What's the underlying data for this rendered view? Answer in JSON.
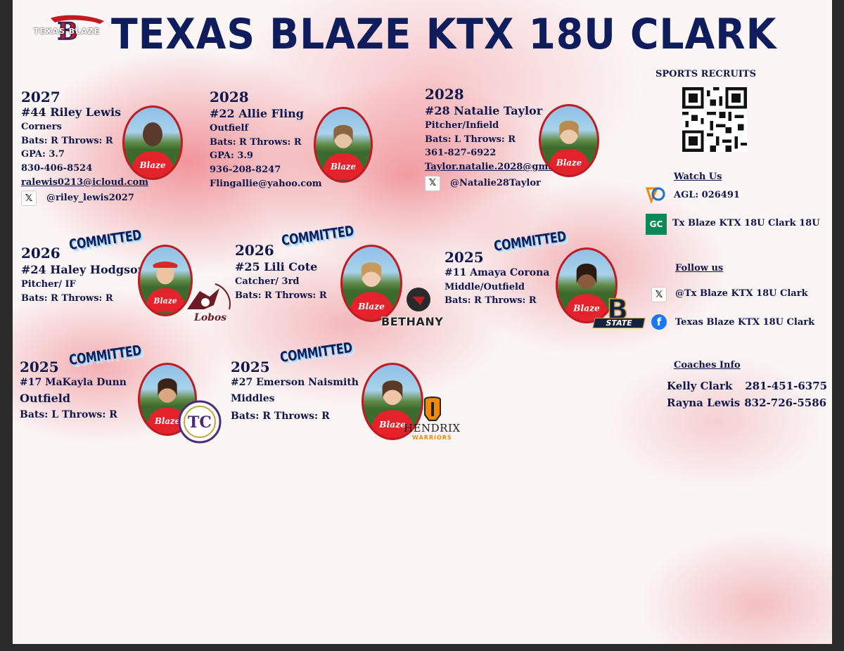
{
  "title": "TEXAS BLAZE KTX 18U CLARK",
  "logo_text": "TEXAS BLAZE",
  "players": [
    {
      "year": "2027",
      "name": "#44 Riley Lewis",
      "position": "Corners",
      "bats_throws": "Bats: R  Throws: R",
      "gpa": "GPA: 3.7",
      "phone": "830-406-8524",
      "email": "ralewis0213@icloud.com",
      "x_handle": "@riley_lewis2027"
    },
    {
      "year": "2028",
      "name": "#22 Allie Fling",
      "position": "Outfielf",
      "bats_throws": "Bats: R  Throws: R",
      "gpa": "GPA:  3.9",
      "phone": "936-208-8247",
      "email": "Flingallie@yahoo.com"
    },
    {
      "year": "2028",
      "name": "#28 Natalie Taylor",
      "position": "Pitcher/Infield",
      "bats_throws": "Bats: L  Throws: R",
      "phone": "361-827-6922",
      "email": "Taylor.natalie.2028@gmail.com",
      "x_handle": "@Natalie28Taylor"
    },
    {
      "year": "2026",
      "name": "#24 Haley Hodgson",
      "position": "Pitcher/ IF",
      "bats_throws": "Bats: R  Throws: R",
      "committed": "COMMITTED",
      "school_logo": "Lobos"
    },
    {
      "year": "2026",
      "name": "#25 Lili Cote",
      "position": "Catcher/ 3rd",
      "bats_throws": "Bats: R Throws: R",
      "committed": "COMMITTED",
      "school_logo": "BETHANY"
    },
    {
      "year": "2025",
      "name": "#11 Amaya Corona",
      "position": "Middle/Outfield",
      "bats_throws": "Bats: R Throws: R",
      "committed": "COMMITTED",
      "school_logo": "STATE"
    },
    {
      "year": "2025",
      "name": "#17 MaKayla Dunn",
      "position": "Outfield",
      "bats_throws": "Bats: L Throws: R",
      "committed": "COMMITTED",
      "school_logo": "TC"
    },
    {
      "year": "2025",
      "name": "#27 Emerson Naismith",
      "position": "Middles",
      "bats_throws": "Bats: R  Throws: R",
      "committed": "COMMITTED",
      "school_logo": "HENDRIX",
      "school_logo_sub": "WARRIORS"
    }
  ],
  "sidebar": {
    "sports_recruits": "SPORTS RECRUITS",
    "watch_us": "Watch Us",
    "agl": "AGL:  026491",
    "gc": "Tx Blaze KTX 18U Clark 18U",
    "follow_us": "Follow us",
    "x_handle": "@Tx Blaze KTX 18U Clark",
    "facebook": "Texas Blaze KTX 18U Clark",
    "coaches_info": "Coaches Info",
    "coaches": [
      {
        "name": "Kelly Clark",
        "phone": "281-451-6375"
      },
      {
        "name": "Rayna Lewis",
        "phone": "832-726-5586"
      }
    ]
  },
  "colors": {
    "navy": "#0f1d5c",
    "red": "#c21a22",
    "accent": "#1877f2"
  },
  "icons": [
    "x-icon",
    "facebook-icon",
    "gamechanger-icon",
    "agl-icon",
    "qr-code"
  ]
}
